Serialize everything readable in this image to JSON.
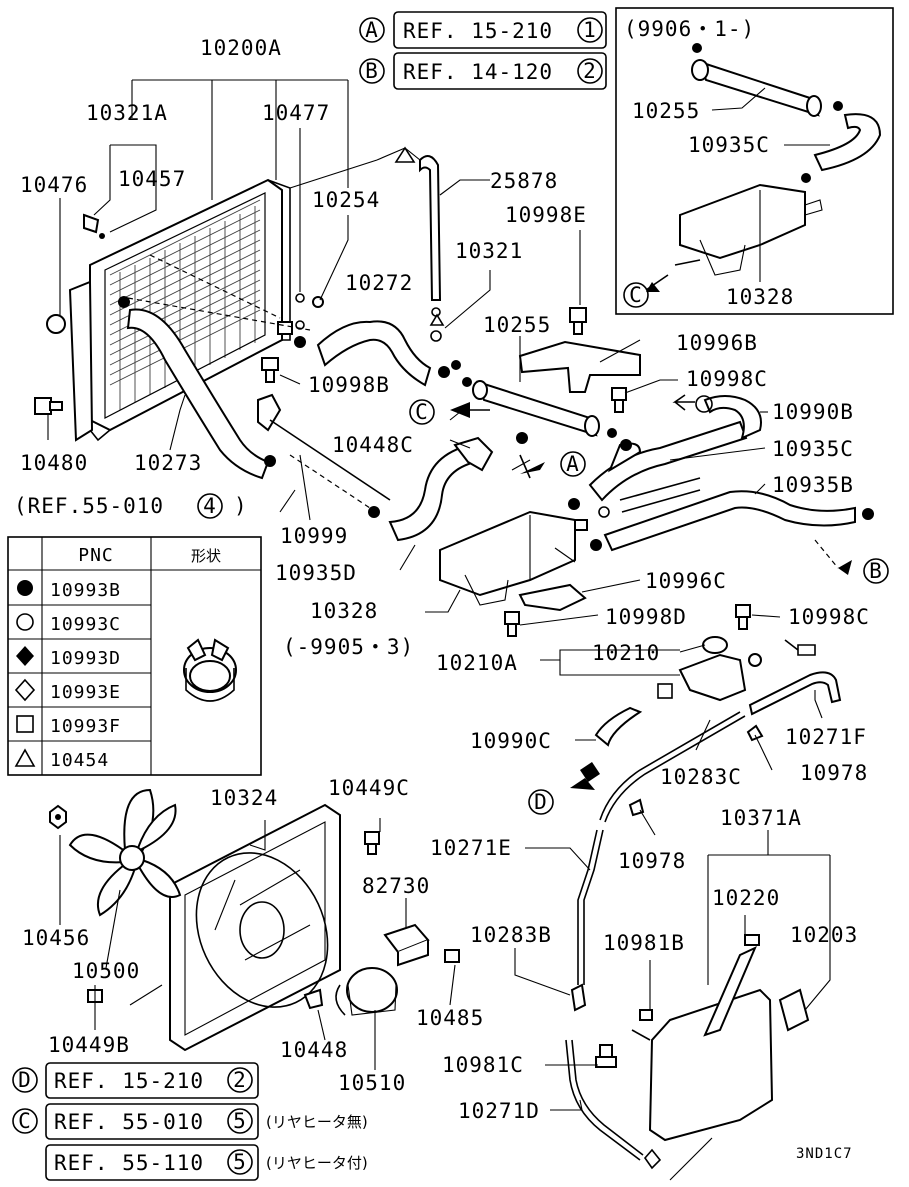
{
  "refs_top": [
    {
      "letter": "A",
      "ref": "REF. 15-210",
      "num": "1"
    },
    {
      "letter": "B",
      "ref": "REF. 14-120",
      "num": "2"
    }
  ],
  "refs_bottom": [
    {
      "letter": "D",
      "ref": "REF. 15-210",
      "num": "2",
      "note": ""
    },
    {
      "letter": "C",
      "ref": "REF. 55-010",
      "num": "5",
      "note": "(リヤヒータ無)"
    },
    {
      "letter": "",
      "ref": "REF. 55-110",
      "num": "5",
      "note": "(リヤヒータ付)"
    }
  ],
  "inset_label": "(9906・1-)",
  "legacy_note": "(-9905・3)",
  "ref_55": {
    "ref": "(REF.55-010",
    "num": "4",
    "close": ")"
  },
  "legend": {
    "header_pnc": "PNC",
    "header_shape": "形状",
    "rows": [
      {
        "symbol": "filled-circle",
        "pnc": "10993B"
      },
      {
        "symbol": "circle",
        "pnc": "10993C"
      },
      {
        "symbol": "filled-diamond",
        "pnc": "10993D"
      },
      {
        "symbol": "diamond",
        "pnc": "10993E"
      },
      {
        "symbol": "square",
        "pnc": "10993F"
      },
      {
        "symbol": "triangle",
        "pnc": "10454"
      }
    ]
  },
  "parts": {
    "p10200A": "10200A",
    "p10321A": "10321A",
    "p10477": "10477",
    "p10476": "10476",
    "p10457": "10457",
    "p10254": "10254",
    "p25878": "25878",
    "p10998E": "10998E",
    "p10321": "10321",
    "p10272": "10272",
    "p10255": "10255",
    "p10996B": "10996B",
    "p10998B": "10998B",
    "p10998C": "10998C",
    "p10990B": "10990B",
    "p10448C": "10448C",
    "p10935C": "10935C",
    "p10935B": "10935B",
    "p10480": "10480",
    "p10273": "10273",
    "p10999": "10999",
    "p10935D": "10935D",
    "p10328": "10328",
    "p10996C": "10996C",
    "p10998D": "10998D",
    "p10998C2": "10998C",
    "p10210A": "10210A",
    "p10210": "10210",
    "p10271F": "10271F",
    "p10990C": "10990C",
    "p10283C": "10283C",
    "p10978": "10978",
    "p10324": "10324",
    "p10449C": "10449C",
    "p10271E": "10271E",
    "p10978b": "10978",
    "p10371A": "10371A",
    "p82730": "82730",
    "p10220": "10220",
    "p10456": "10456",
    "p10283B": "10283B",
    "p10981B": "10981B",
    "p10203": "10203",
    "p10500": "10500",
    "p10485": "10485",
    "p10449B": "10449B",
    "p10448": "10448",
    "p10510": "10510",
    "p10981C": "10981C",
    "p10271D": "10271D",
    "inset10255": "10255",
    "inset10935C": "10935C",
    "inset10328": "10328"
  },
  "ref_letters": {
    "a": "A",
    "b": "B",
    "c1": "C",
    "c2": "C",
    "d": "D"
  },
  "code": "3ND1C7"
}
